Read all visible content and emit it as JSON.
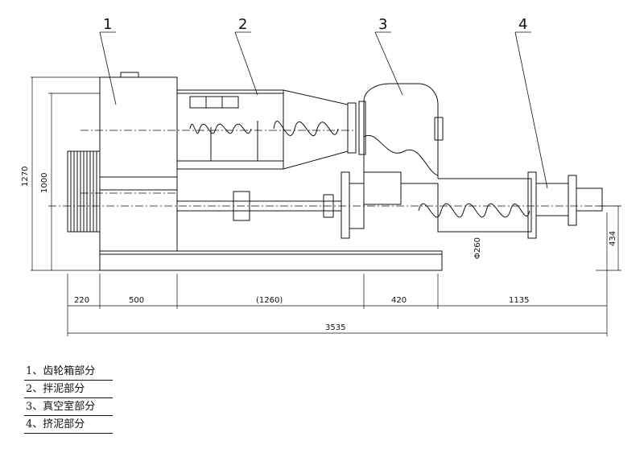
{
  "callouts": [
    "1",
    "2",
    "3",
    "4"
  ],
  "dimensions": {
    "horizontal": [
      "220",
      "500",
      "(1260)",
      "420",
      "1135"
    ],
    "total": "3535",
    "left_outer": "1270",
    "left_inner": "1000",
    "right_height": "434",
    "diameter": "Φ260"
  },
  "legend": [
    "1、齿轮箱部分",
    "2、拌泥部分",
    "3、真空室部分",
    "4、挤泥部分"
  ]
}
